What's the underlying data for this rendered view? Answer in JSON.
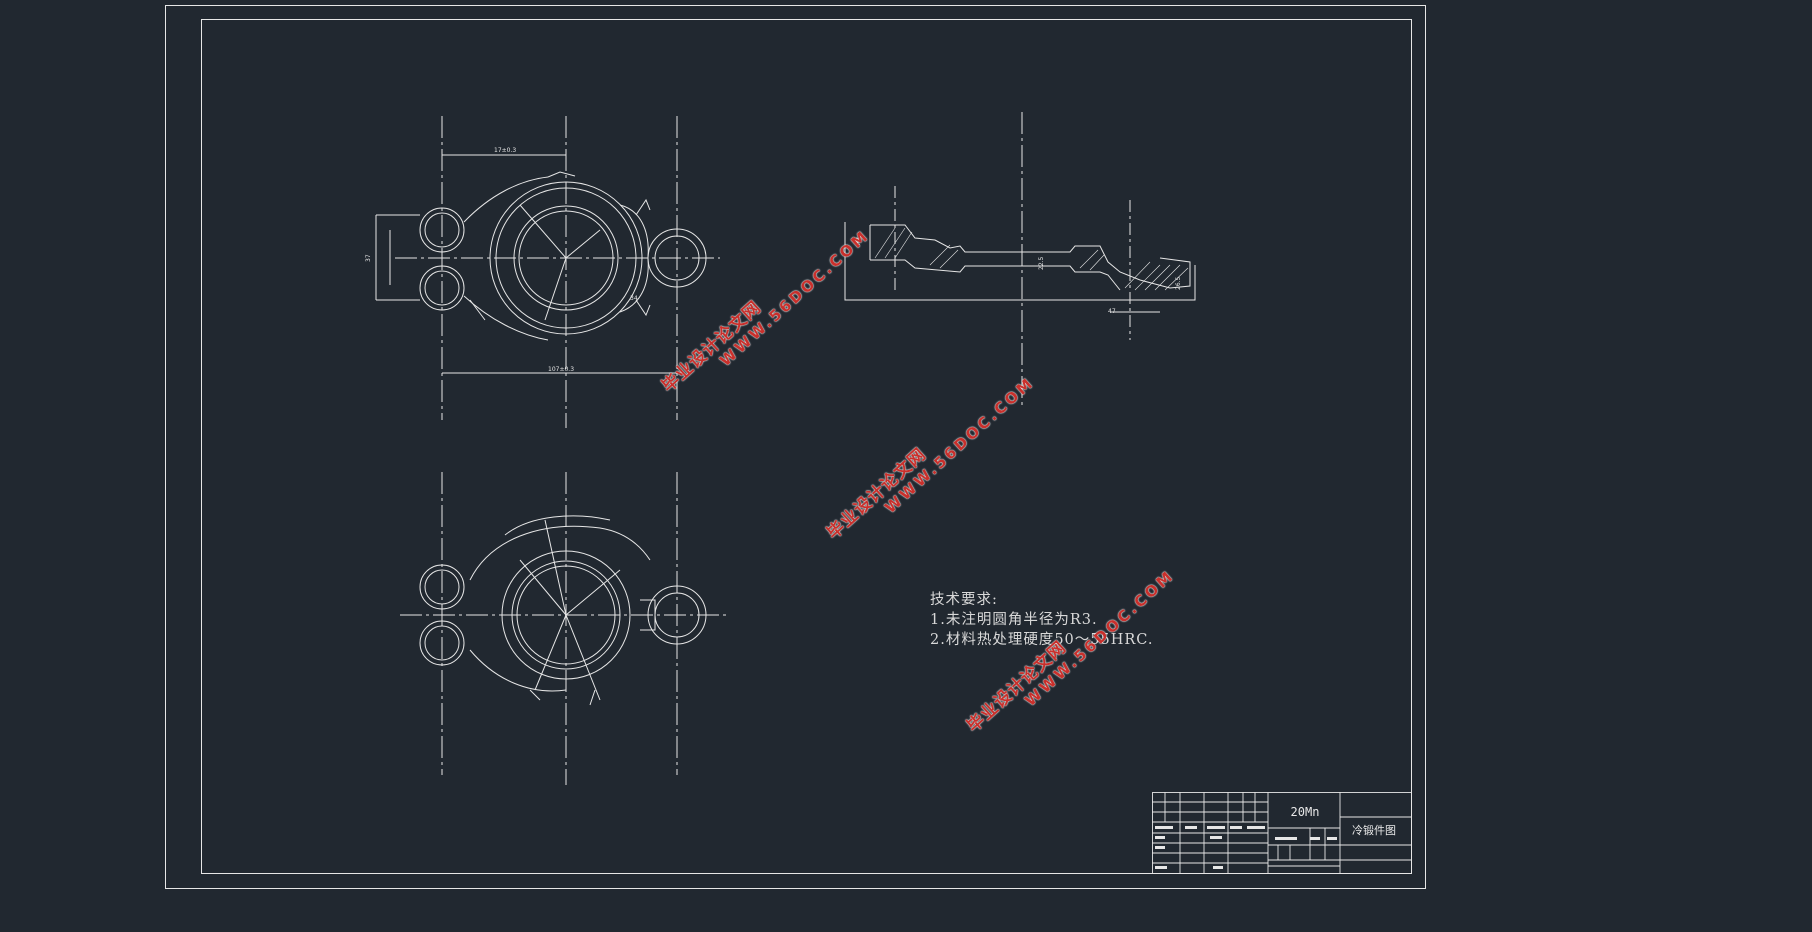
{
  "tech_requirements": {
    "title": "技术要求:",
    "line1": "1.未注明圆角半径为R3.",
    "line2": "2.材料热处理硬度50～55HRC."
  },
  "title_block": {
    "material": "20Mn",
    "drawing_name": "冷锻件图"
  },
  "watermark": {
    "cn": "毕业设计论文网",
    "url": "WWW.56DOC.COM"
  },
  "colors": {
    "background": "#212830",
    "lines": "#e6e6e6",
    "watermark": "#c9302c"
  }
}
